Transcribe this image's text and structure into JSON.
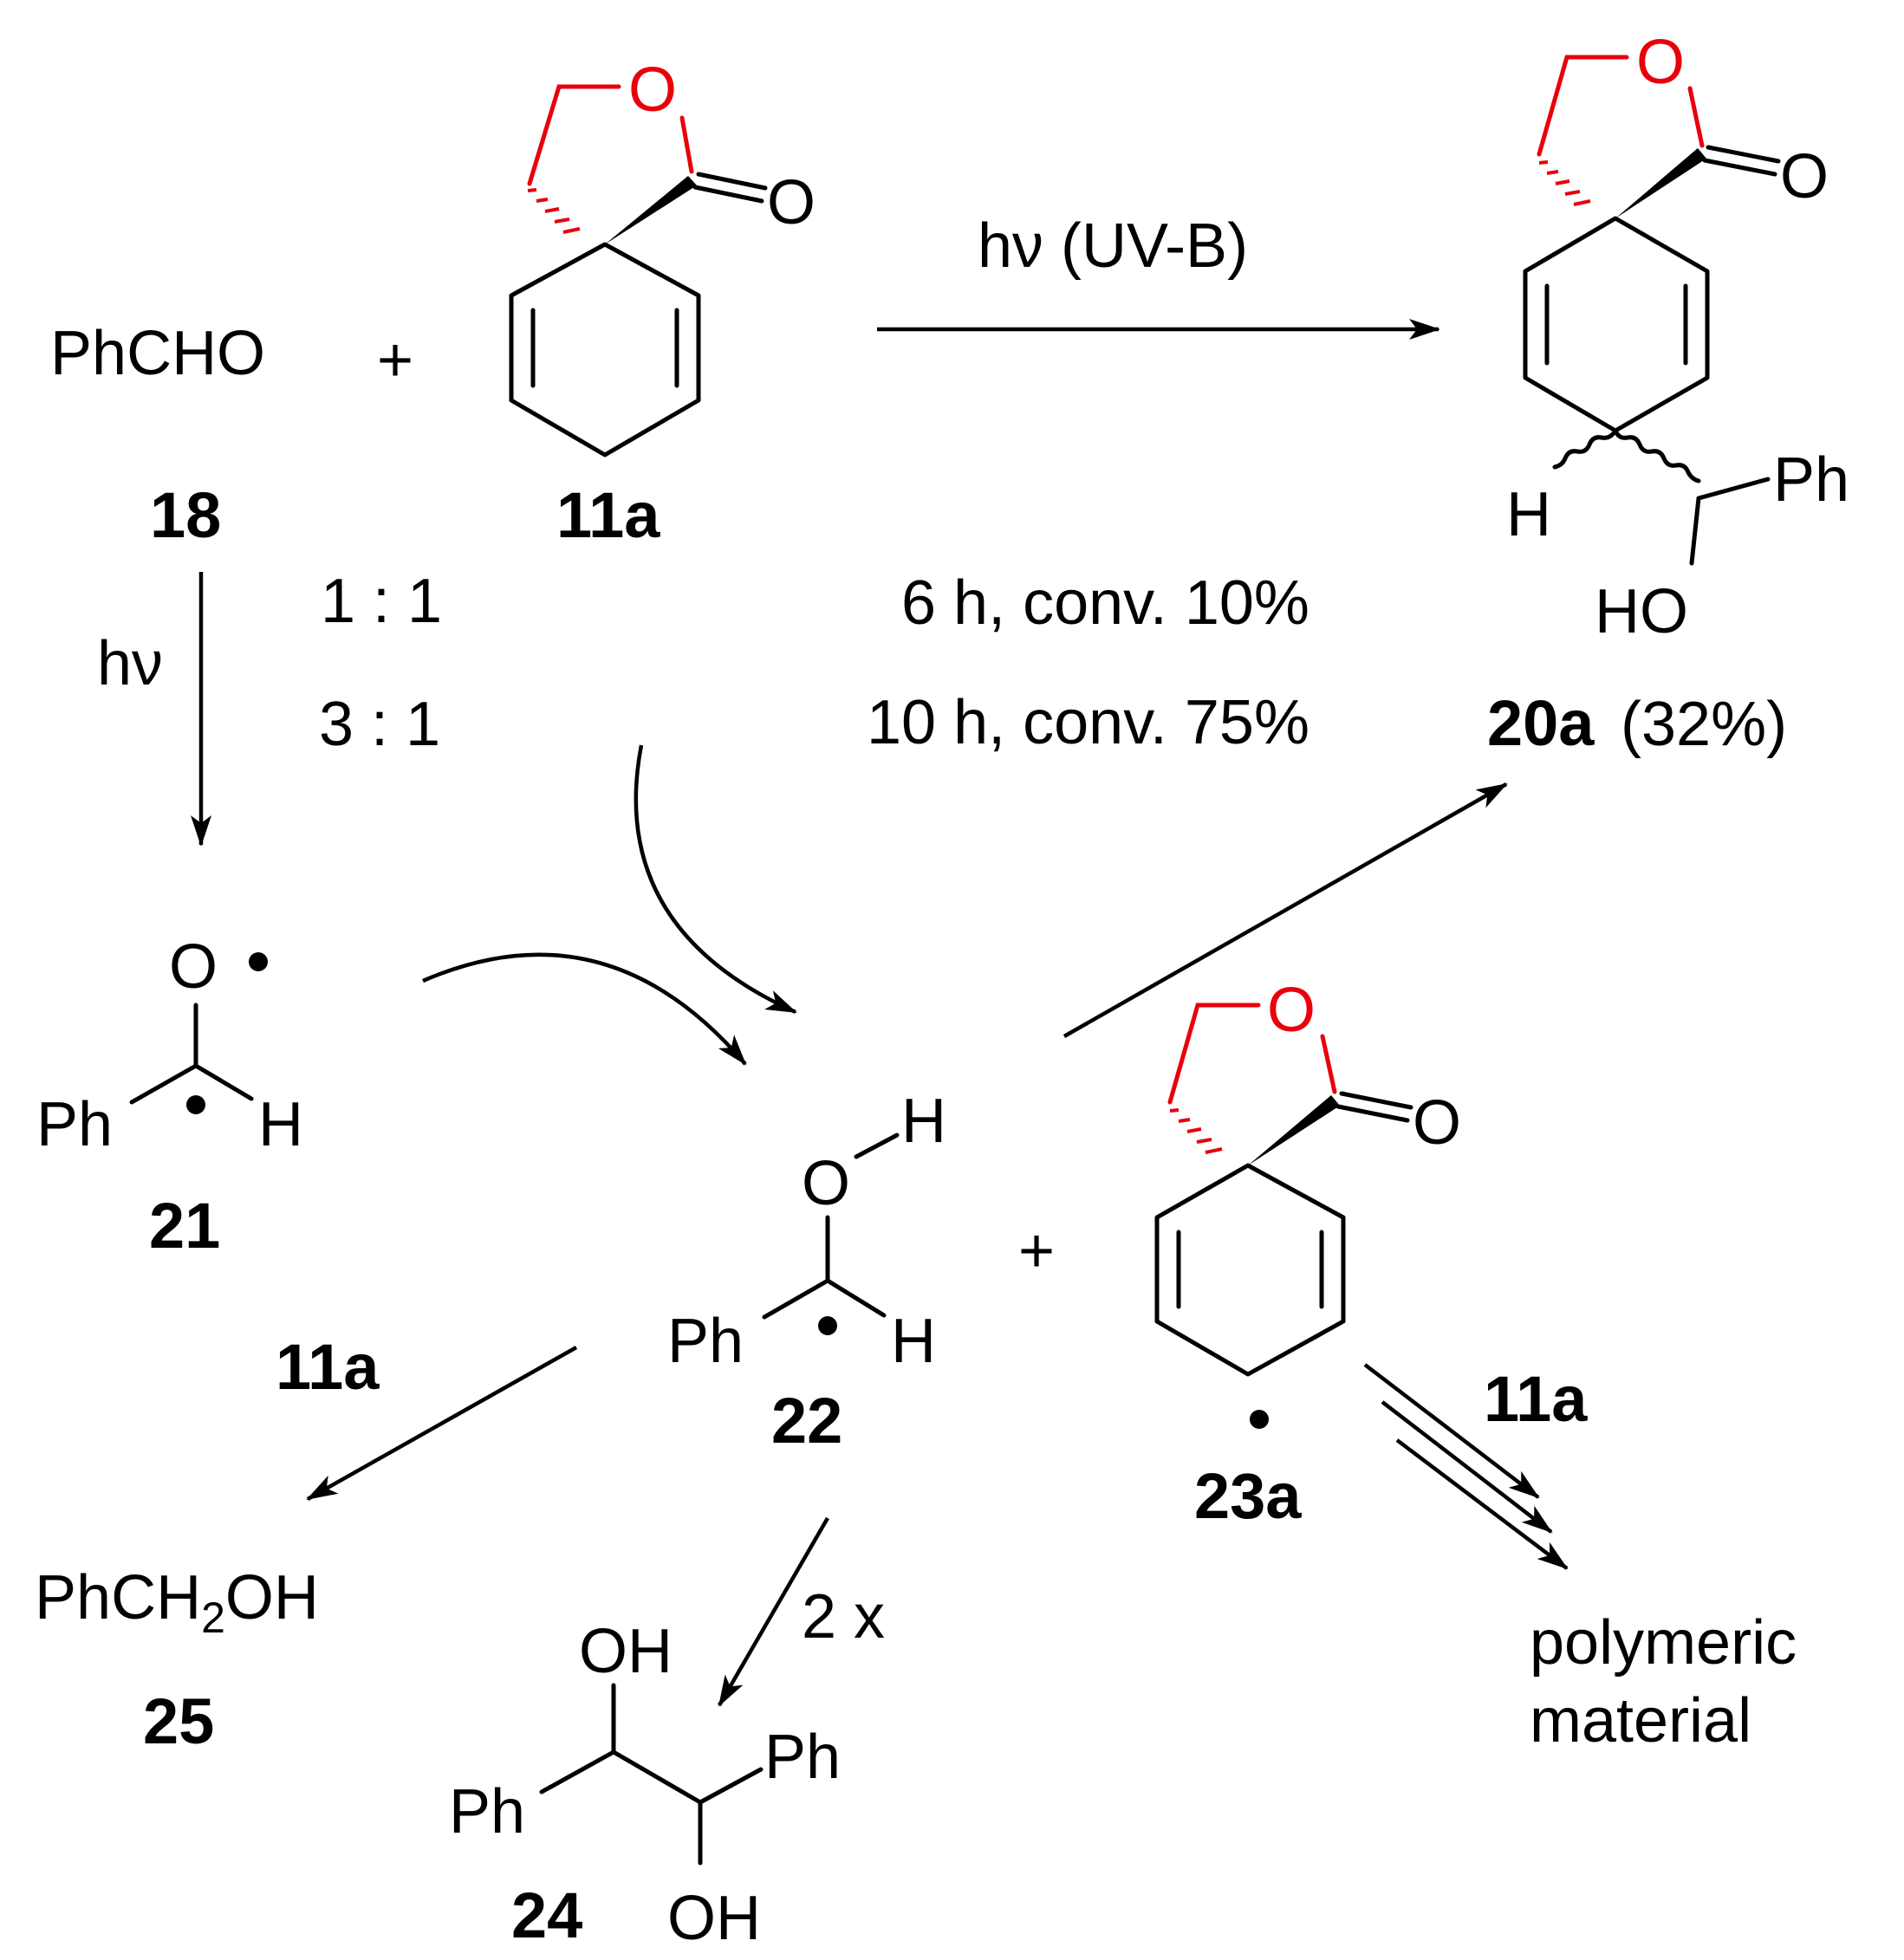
{
  "colors": {
    "ink": "#000000",
    "lactone": "#e8000b"
  },
  "reactants": {
    "aldehyde": "PhCHO",
    "plus": "+",
    "aldehyde_id": "18",
    "diene_id": "11a"
  },
  "ratios": {
    "r1": "1  :  1",
    "r2": "3  :  1"
  },
  "main_arrow": {
    "condition": "hν (UV-B)",
    "time1": "6 h, conv. 10%",
    "time2": "10 h, conv. 75%"
  },
  "product": {
    "id": "20a",
    "yield": " (32%)",
    "h": "H",
    "ph": "Ph",
    "ho": "HO"
  },
  "lactone": {
    "o_ring": "O",
    "o_carbonyl": "O"
  },
  "photolysis": {
    "label": "hν"
  },
  "radical21": {
    "id": "21",
    "o": "O",
    "ph": "Ph",
    "h": "H"
  },
  "radical22": {
    "id": "22",
    "o": "O",
    "h_top": "H",
    "ph": "Ph",
    "h": "H"
  },
  "plus2": "+",
  "radical23": {
    "id": "23a"
  },
  "branch25": {
    "reagent": "11a",
    "formula_a": "PhCH",
    "formula_sub": "2",
    "formula_b": "OH",
    "id": "25"
  },
  "branch24": {
    "reagent": "2 x",
    "oh_top": "OH",
    "ph_right": "Ph",
    "ph_left": "Ph",
    "oh_bottom": "OH",
    "id": "24"
  },
  "branch_polymer": {
    "reagent": "11a",
    "line1": "polymeric",
    "line2": "material"
  }
}
